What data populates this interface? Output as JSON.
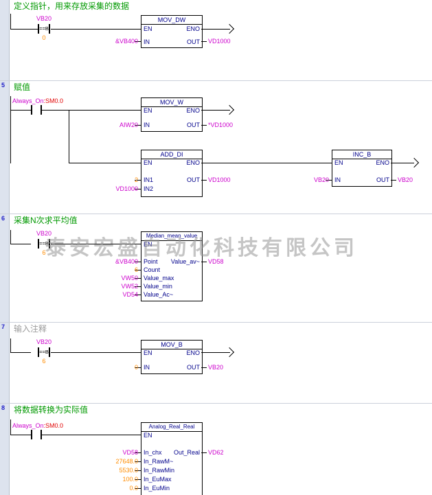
{
  "watermark": "泰安宏盛自动化科技有限公司",
  "labels": {
    "en": "EN",
    "eno": "ENO",
    "in": "IN",
    "out": "OUT",
    "in1": "IN1",
    "in2": "IN2"
  },
  "networks": {
    "n1": {
      "comment": "定义指针，用来存放采集的数据",
      "contact": {
        "operand": "VB20",
        "op": "==B",
        "value": "0"
      },
      "mov_dw": {
        "title": "MOV_DW",
        "in": "&VB400",
        "out": "VD1000"
      }
    },
    "n5": {
      "number": "5",
      "comment": "赋值",
      "contact": {
        "symbol": "Always_On",
        "address": ":SM0.0"
      },
      "mov_w": {
        "title": "MOV_W",
        "in": "AIW20",
        "out": "*VD1000"
      },
      "add_di": {
        "title": "ADD_DI",
        "in1": "2",
        "in2": "VD1000",
        "out": "VD1000"
      },
      "inc_b": {
        "title": "INC_B",
        "in": "VB20",
        "out": "VB20"
      }
    },
    "n6": {
      "number": "6",
      "comment": "采集N次求平均值",
      "contact": {
        "operand": "VB20",
        "op": "==B",
        "value": "6"
      },
      "sub": {
        "title": "Median_mean_value",
        "pins_left": [
          "Point",
          "Count",
          "Value_max",
          "Value_min",
          "Value_Ac~"
        ],
        "pin_right": "Value_av~",
        "inputs": [
          "&VB400",
          "6",
          "VW50",
          "VW52",
          "VD54"
        ],
        "out": "VD58"
      }
    },
    "n7": {
      "number": "7",
      "comment": "输入注释",
      "contact": {
        "operand": "VB20",
        "op": "==B",
        "value": "6"
      },
      "mov_b": {
        "title": "MOV_B",
        "in": "0",
        "out": "VB20"
      }
    },
    "n8": {
      "number": "8",
      "comment": "将数据转换为实际值",
      "contact": {
        "symbol": "Always_On",
        "address": ":SM0.0"
      },
      "sub": {
        "title": "Analog_Real_Real",
        "pins_left": [
          "In_chx",
          "In_RawM~",
          "In_RawMin",
          "In_EuMax",
          "In_EuMin"
        ],
        "pin_right": "Out_Real",
        "inputs": [
          "VD58",
          "27648.0",
          "5530.0",
          "100.0",
          "0.0"
        ],
        "out": "VD62"
      }
    }
  }
}
